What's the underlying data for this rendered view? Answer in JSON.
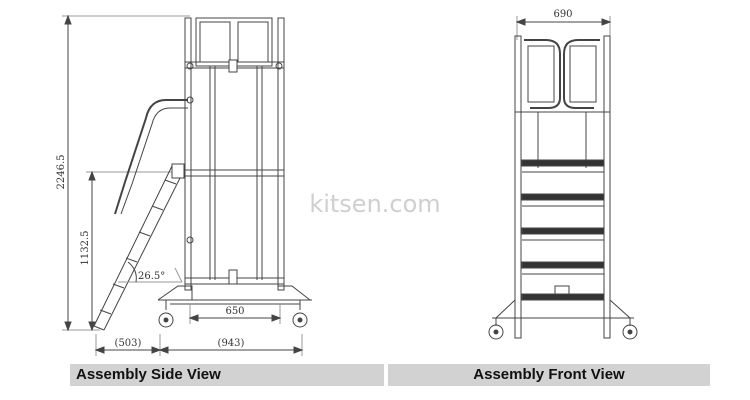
{
  "side_view": {
    "dims": {
      "total_height": "2246.5",
      "platform_height": "1132.5",
      "angle": "26.5°",
      "wheelbase": "650",
      "ladder_depth": "(503)",
      "base_depth": "(943)"
    },
    "caption": "Assembly Side View"
  },
  "front_view": {
    "dims": {
      "width": "690"
    },
    "caption": "Assembly Front View"
  },
  "watermark": "kitsen.com"
}
